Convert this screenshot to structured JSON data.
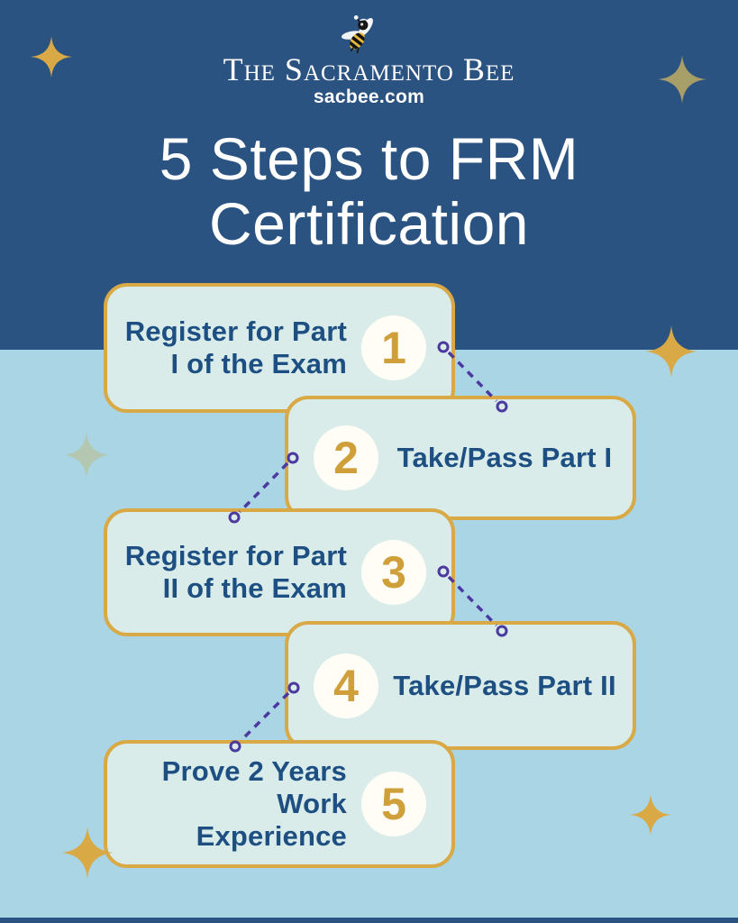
{
  "brand": {
    "masthead": "The Sacramento Bee",
    "site": "sacbee.com",
    "logo_icon": "bee-mascot-icon"
  },
  "title": {
    "line1": "5 Steps to FRM",
    "line2": "Certification"
  },
  "steps": [
    {
      "number": "1",
      "line1": "Register for Part",
      "line2": "I of the Exam"
    },
    {
      "number": "2",
      "line1": "Take/Pass Part I"
    },
    {
      "number": "3",
      "line1": "Register for Part",
      "line2": "II of the Exam"
    },
    {
      "number": "4",
      "line1": "Take/Pass Part II"
    },
    {
      "number": "5",
      "line1": "Prove 2 Years",
      "line2": "Work Experience"
    }
  ],
  "decor": {
    "sparkle_icon": "four-point-star-icon",
    "connector_style": "dashed-line-with-ring-ends"
  },
  "colors": {
    "navy": "#2a5381",
    "lightblue": "#a9d5e4",
    "cardfill": "#d9ece9",
    "gold": "#d9a945",
    "goldnum": "#cfa03a",
    "textnavy": "#1d4f82",
    "purple": "#4c39a0",
    "sparkle-muted": "#a89e68",
    "sparkle-sage": "#b4c8b1"
  }
}
